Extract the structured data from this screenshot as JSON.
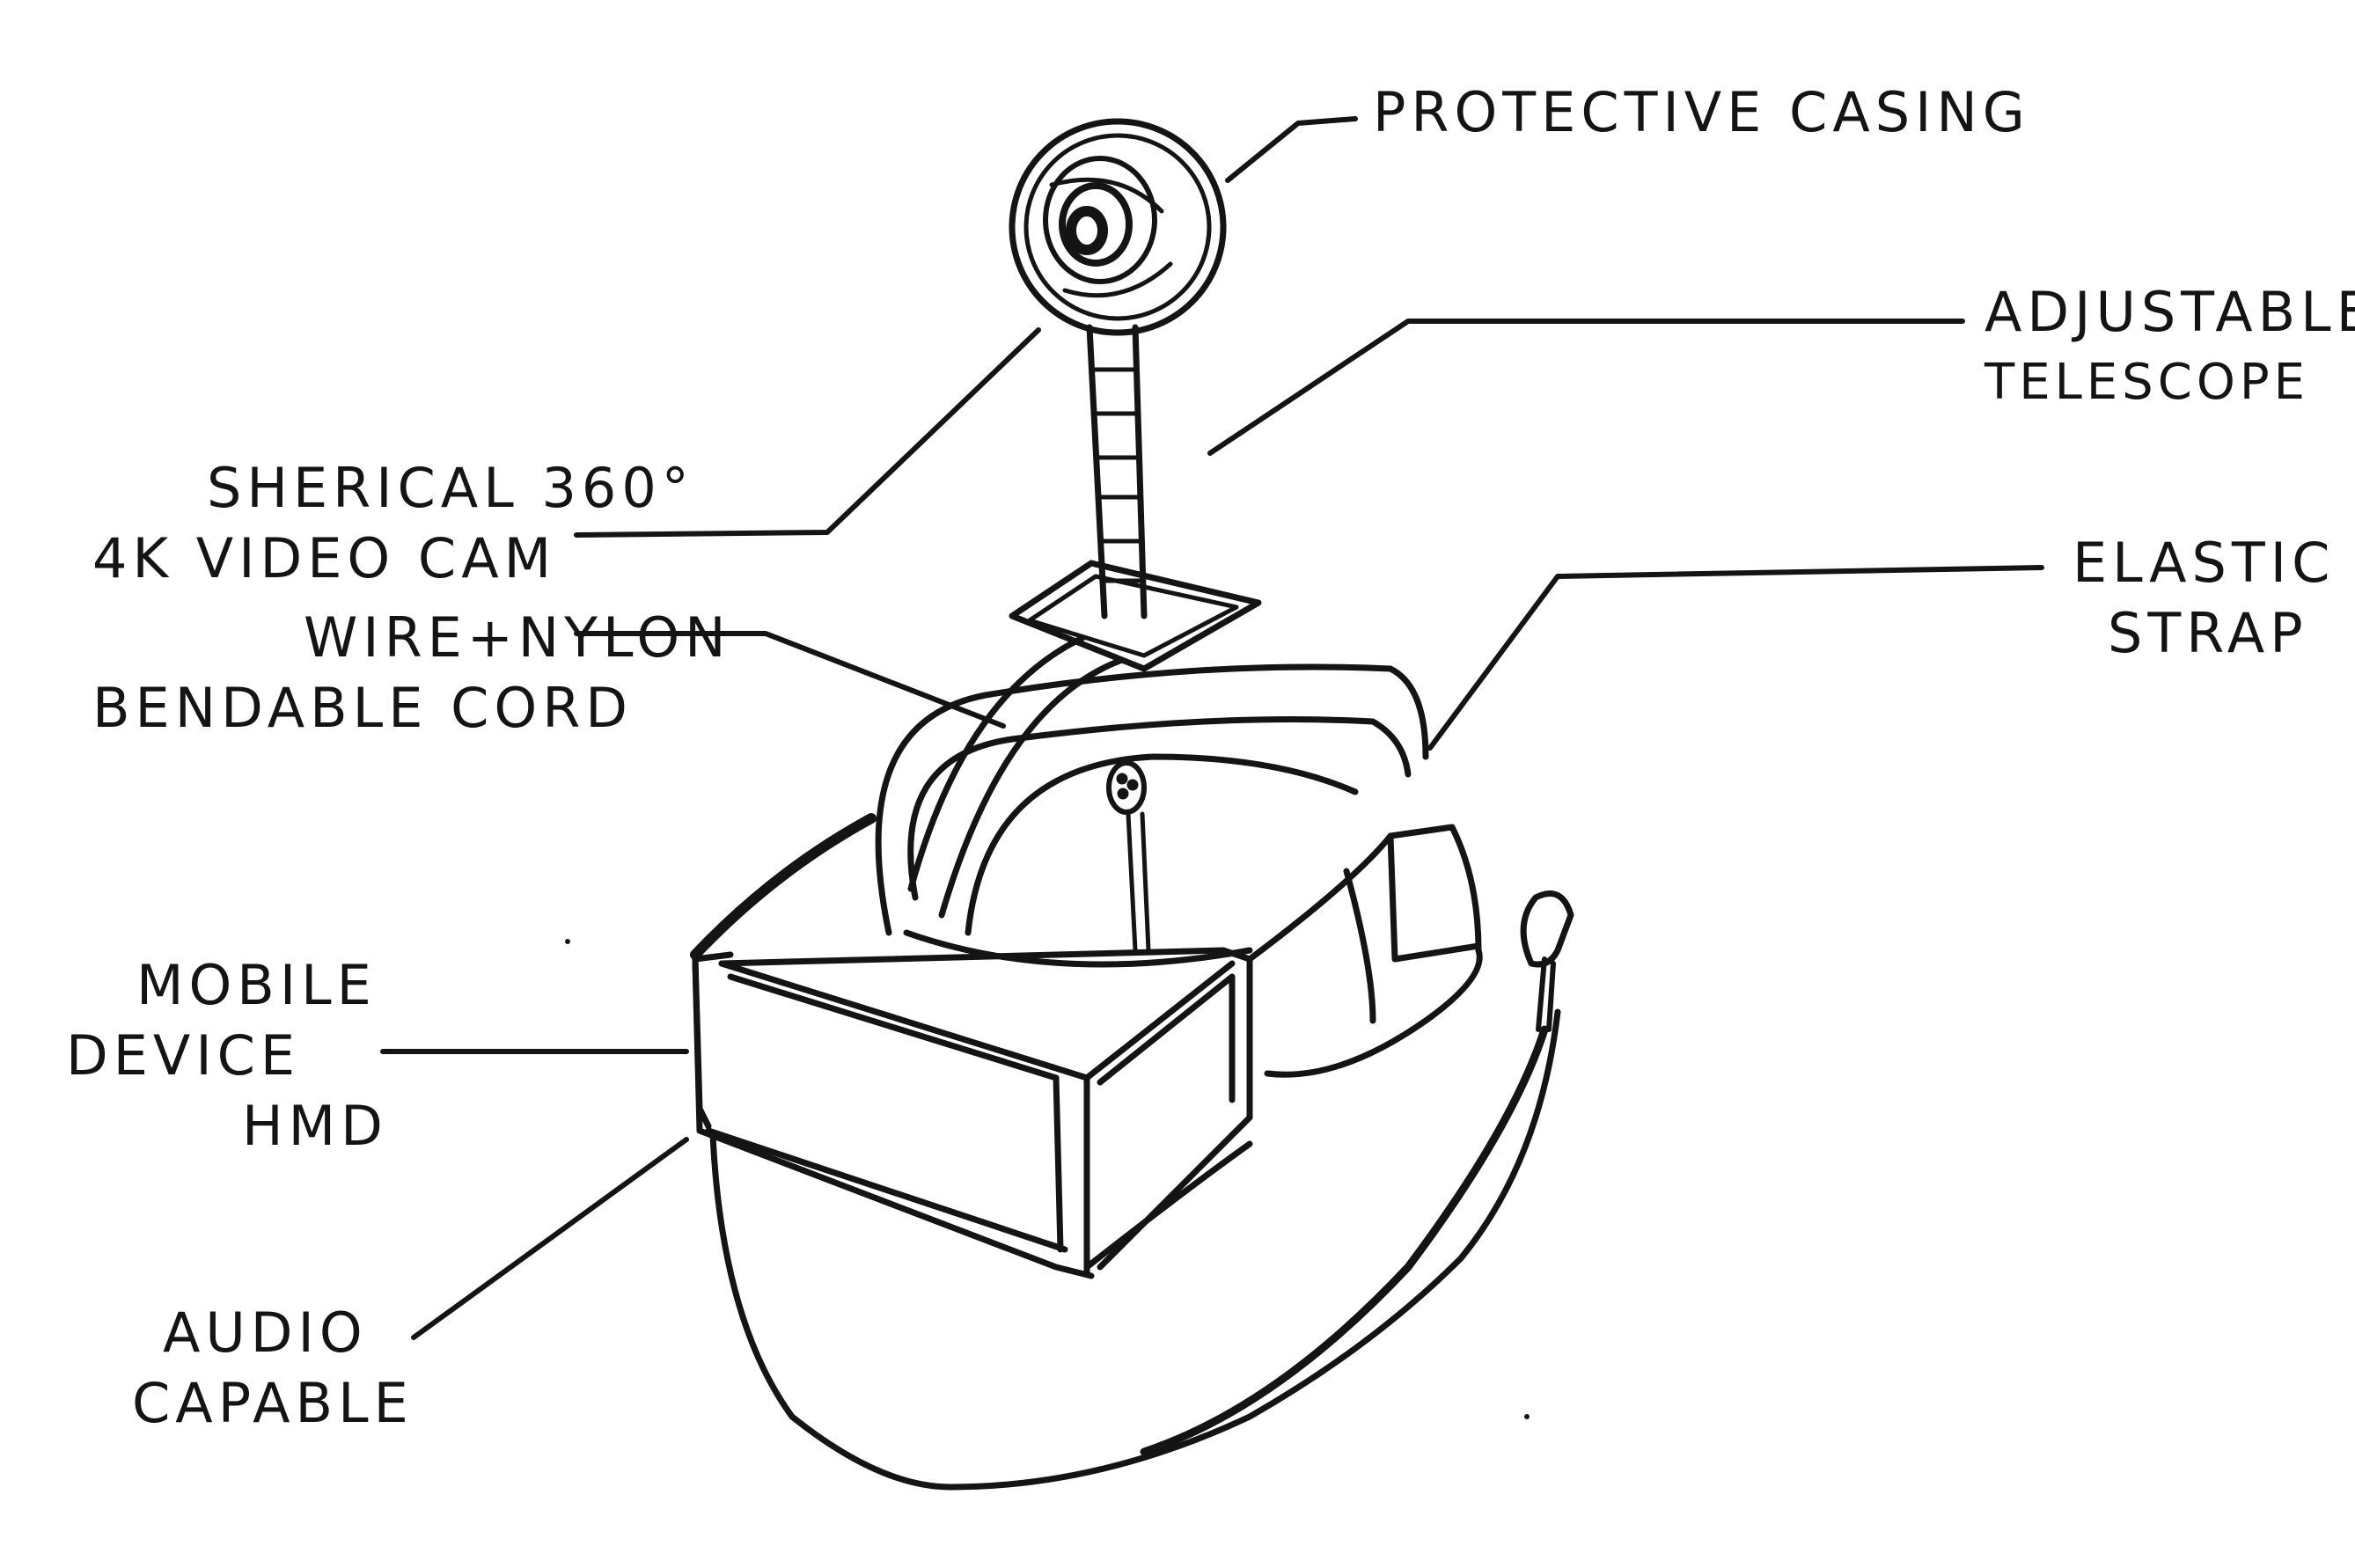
{
  "diagram": {
    "ink_color": "#141414",
    "background_color": "#ffffff",
    "callouts": [
      {
        "id": "protective-casing",
        "lines": [
          "PROTECTIVE CASING"
        ]
      },
      {
        "id": "adjustable-telescope",
        "lines": [
          "ADJUSTABLE",
          "TELESCOPE"
        ]
      },
      {
        "id": "spherical-cam",
        "lines": [
          "SHERICAL 360°",
          "4K VIDEO CAM"
        ]
      },
      {
        "id": "elastic-strap",
        "lines": [
          "ELASTIC",
          "STRAP"
        ]
      },
      {
        "id": "bendable-cord",
        "lines": [
          "WIRE+NYLON",
          "BENDABLE CORD"
        ]
      },
      {
        "id": "mobile-hmd",
        "lines": [
          "MOBILE",
          "DEVICE",
          "HMD"
        ]
      },
      {
        "id": "audio-capable",
        "lines": [
          "AUDIO",
          "CAPABLE"
        ]
      }
    ]
  }
}
